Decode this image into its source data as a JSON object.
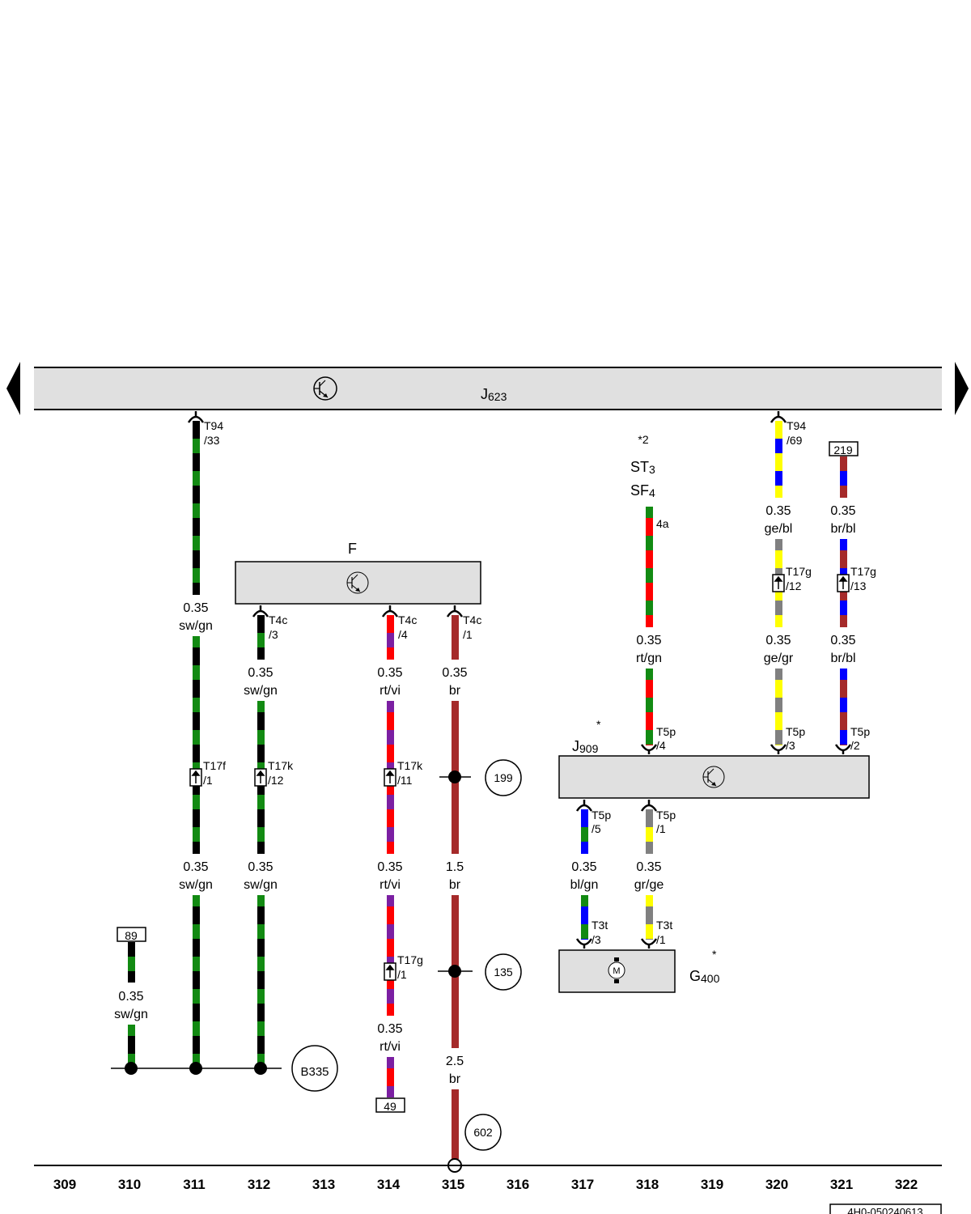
{
  "components": {
    "J623": {
      "letter": "J",
      "sub": "623"
    },
    "F": {
      "letter": "F"
    },
    "J909": {
      "letter": "J",
      "sub": "909",
      "note": "*"
    },
    "G400": {
      "letter": "G",
      "sub": "400",
      "note": "*",
      "motor": "M"
    }
  },
  "note_2": "*2",
  "st3": {
    "a": "ST",
    "b": "3"
  },
  "sf4": {
    "a": "SF",
    "b": "4"
  },
  "connector_4a": "4a",
  "wires": {
    "w311_a": {
      "g": "0.35",
      "c": "sw/gn"
    },
    "w311_b": {
      "g": "0.35",
      "c": "sw/gn"
    },
    "w312_a": {
      "g": "0.35",
      "c": "sw/gn"
    },
    "w312_b": {
      "g": "0.35",
      "c": "sw/gn"
    },
    "w310": {
      "g": "0.35",
      "c": "sw/gn"
    },
    "w314_a": {
      "g": "0.35",
      "c": "rt/vi"
    },
    "w314_b": {
      "g": "0.35",
      "c": "rt/vi"
    },
    "w314_c": {
      "g": "0.35",
      "c": "rt/vi"
    },
    "w315_a": {
      "g": "0.35",
      "c": "br"
    },
    "w315_b": {
      "g": "1.5",
      "c": "br"
    },
    "w315_c": {
      "g": "2.5",
      "c": "br"
    },
    "w318_a": {
      "g": "0.35",
      "c": "rt/gn"
    },
    "w320_a": {
      "g": "0.35",
      "c": "ge/bl"
    },
    "w320_b": {
      "g": "0.35",
      "c": "ge/gr"
    },
    "w321_a": {
      "g": "0.35",
      "c": "br/bl"
    },
    "w321_b": {
      "g": "0.35",
      "c": "br/bl"
    },
    "w317_a": {
      "g": "0.35",
      "c": "bl/gn"
    },
    "w318_b": {
      "g": "0.35",
      "c": "gr/ge"
    }
  },
  "pins": {
    "T94_33": {
      "a": "T94",
      "b": "/33"
    },
    "T94_69": {
      "a": "T94",
      "b": "/69"
    },
    "T4c_3": {
      "a": "T4c",
      "b": "/3"
    },
    "T4c_4": {
      "a": "T4c",
      "b": "/4"
    },
    "T4c_1": {
      "a": "T4c",
      "b": "/1"
    },
    "T17f_1": {
      "a": "T17f",
      "b": "/1"
    },
    "T17k_12": {
      "a": "T17k",
      "b": "/12"
    },
    "T17k_11": {
      "a": "T17k",
      "b": "/11"
    },
    "T17g_1": {
      "a": "T17g",
      "b": "/1"
    },
    "T17g_12": {
      "a": "T17g",
      "b": "/12"
    },
    "T17g_13": {
      "a": "T17g",
      "b": "/13"
    },
    "T5p_4": {
      "a": "T5p",
      "b": "/4"
    },
    "T5p_3": {
      "a": "T5p",
      "b": "/3"
    },
    "T5p_2": {
      "a": "T5p",
      "b": "/2"
    },
    "T5p_5": {
      "a": "T5p",
      "b": "/5"
    },
    "T5p_1": {
      "a": "T5p",
      "b": "/1"
    },
    "T3t_3": {
      "a": "T3t",
      "b": "/3"
    },
    "T3t_1": {
      "a": "T3t",
      "b": "/1"
    }
  },
  "refs": {
    "r219": "219",
    "r89": "89",
    "r49": "49"
  },
  "circles": {
    "c199": "199",
    "c135": "135",
    "c602": "602",
    "cB335": "B335"
  },
  "columns": [
    "309",
    "310",
    "311",
    "312",
    "313",
    "314",
    "315",
    "316",
    "317",
    "318",
    "319",
    "320",
    "321",
    "322"
  ],
  "footer_code": "4H0-050240613",
  "colors": {
    "sw": "#000000",
    "gn": "#128a12",
    "rt": "#ff0000",
    "vi": "#7b1fa2",
    "br": "#a52a2a",
    "bl": "#0000ff",
    "ge": "#ffff00",
    "gr": "#808080",
    "box": "#e0e0e0"
  }
}
